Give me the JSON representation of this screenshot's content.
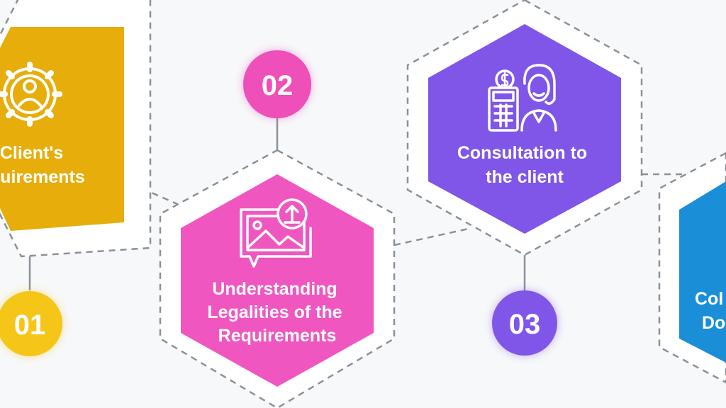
{
  "steps": [
    {
      "number": "01",
      "label_lines": [
        "Client's",
        "uirements"
      ],
      "color": "#e6ad0b",
      "badge_color": "#f5c518",
      "icon": "gear-person-icon"
    },
    {
      "number": "02",
      "label_lines": [
        "Understanding",
        "Legalities of the",
        "Requirements"
      ],
      "color": "#f056c0",
      "badge_color": "#ee4fb8",
      "icon": "image-upload-icon"
    },
    {
      "number": "03",
      "label_lines": [
        "Consultation to",
        "the client"
      ],
      "color": "#7f56e8",
      "badge_color": "#7f56e8",
      "icon": "consultant-calculator-icon"
    },
    {
      "number": "",
      "label_lines": [
        "Col",
        "Do"
      ],
      "color": "#1a8fd8",
      "badge_color": "#1a8fd8",
      "icon": ""
    }
  ],
  "colors": {
    "background": "#f7f8fa",
    "dashed_outline": "#8a9199"
  }
}
